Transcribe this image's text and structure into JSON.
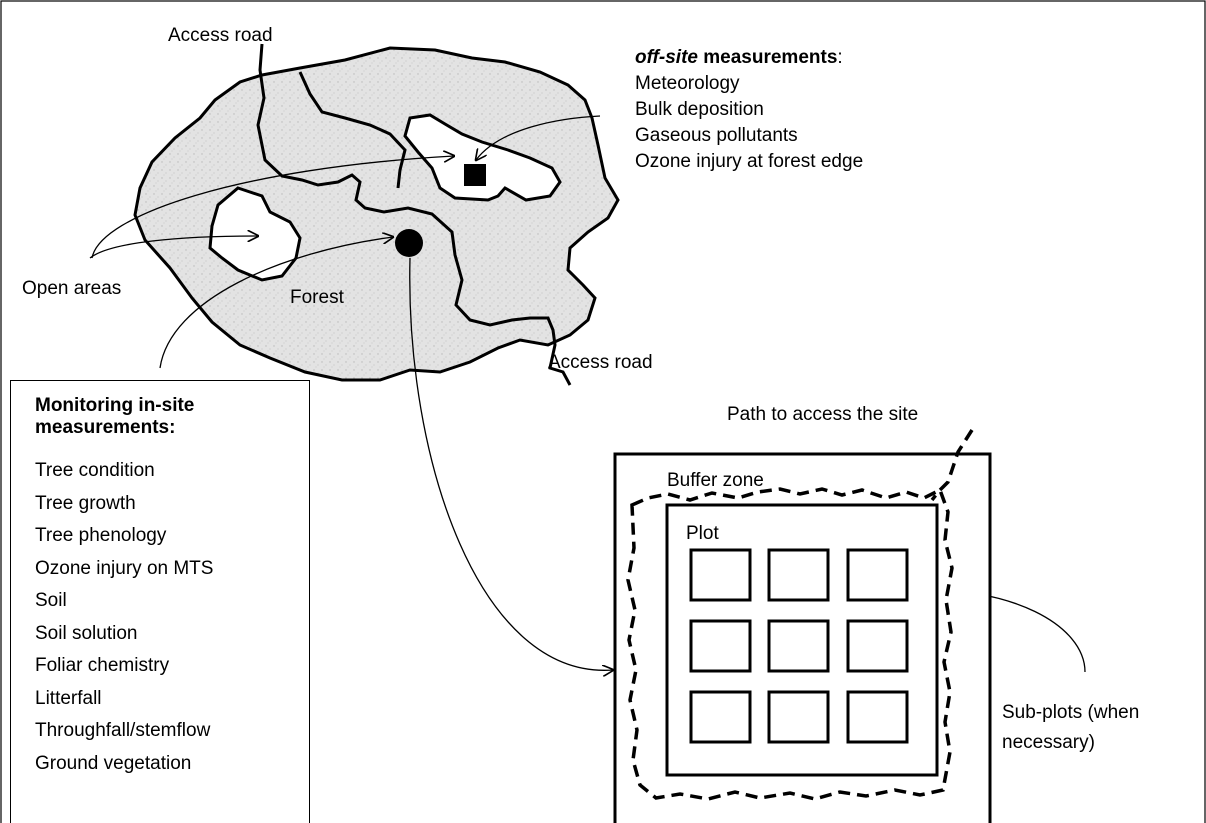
{
  "labels": {
    "access_road_top": "Access road",
    "access_road_bottom": "Access road",
    "open_areas": "Open areas",
    "forest": "Forest",
    "path_access": "Path to access the site",
    "buffer_zone": "Buffer zone",
    "plot": "Plot",
    "subplots": "Sub-plots (when necessary)"
  },
  "offsite": {
    "title_italic": "off-site",
    "title_rest": " measurements",
    "title_colon": ":",
    "items": [
      "Meteorology",
      "Bulk deposition",
      "Gaseous pollutants",
      "Ozone injury at forest edge"
    ]
  },
  "insite": {
    "title": "Monitoring in-site measurements:",
    "items": [
      "Tree condition",
      "Tree growth",
      "Tree phenology",
      "Ozone injury on MTS",
      "Soil",
      "Soil solution",
      "Foliar chemistry",
      "Litterfall",
      "Throughfall/stemflow",
      "Ground vegetation"
    ]
  },
  "colors": {
    "forest_fill": "#e3e3e3",
    "line": "#000000",
    "background": "#ffffff"
  }
}
